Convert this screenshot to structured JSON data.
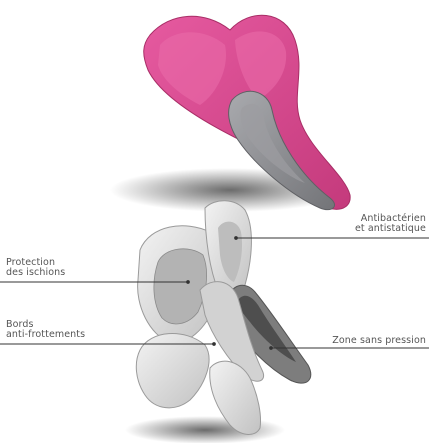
{
  "labels": {
    "antibacterial": {
      "line1": "Antibactérien",
      "line2": "et antistatique"
    },
    "protection": {
      "line1": "Protection",
      "line2": "des ischions"
    },
    "bords": {
      "line1": "Bords",
      "line2": "anti-frottements"
    },
    "zone": {
      "line1": "Zone sans pression"
    }
  },
  "colors": {
    "pad_pink": "#d94891",
    "pad_pink_dark": "#b8326f",
    "pad_insert_gray": "#8f9094",
    "foam_light": "#e4e4e4",
    "foam_mid": "#b9b9b9",
    "foam_dark": "#5b5b5b",
    "leader_line": "#333333",
    "label_text": "#555555"
  }
}
